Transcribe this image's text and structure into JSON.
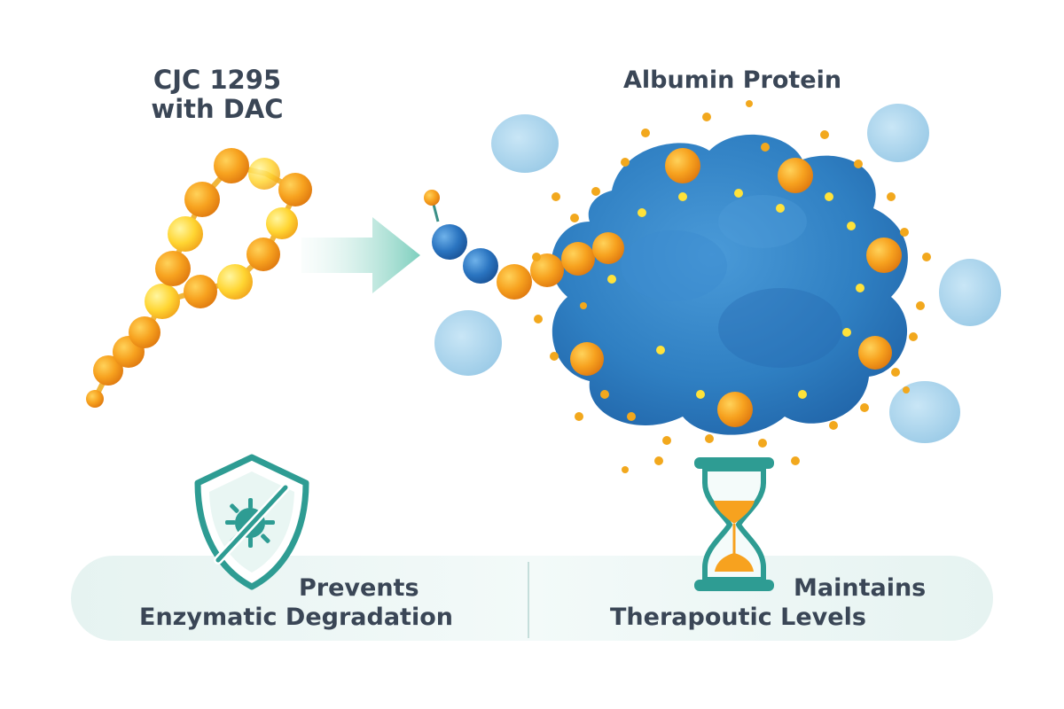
{
  "peptide": {
    "title_line1": "CJC 1295",
    "title_line2": "with DAC"
  },
  "albumin": {
    "title": "Albumin Protein"
  },
  "benefits": {
    "left": {
      "line1": "Prevents",
      "line2": "Enzymatic Degradation",
      "icon": "shield-enzyme-blocked-icon"
    },
    "right": {
      "line1": "Maintains",
      "line2": "Therapoutic Levels",
      "icon": "hourglass-icon"
    }
  },
  "colors": {
    "peptide_orange": "#f39a1e",
    "peptide_yellow": "#ffd23a",
    "albumin_blue": "#2f7fc2",
    "albumin_dark": "#1f62a6",
    "cell_blue": "#a9d4ec",
    "teal": "#2e9c93",
    "arrow_teal": "#8fd2c4",
    "panel_bg": "#eaf5f3",
    "text": "#3a4656"
  }
}
